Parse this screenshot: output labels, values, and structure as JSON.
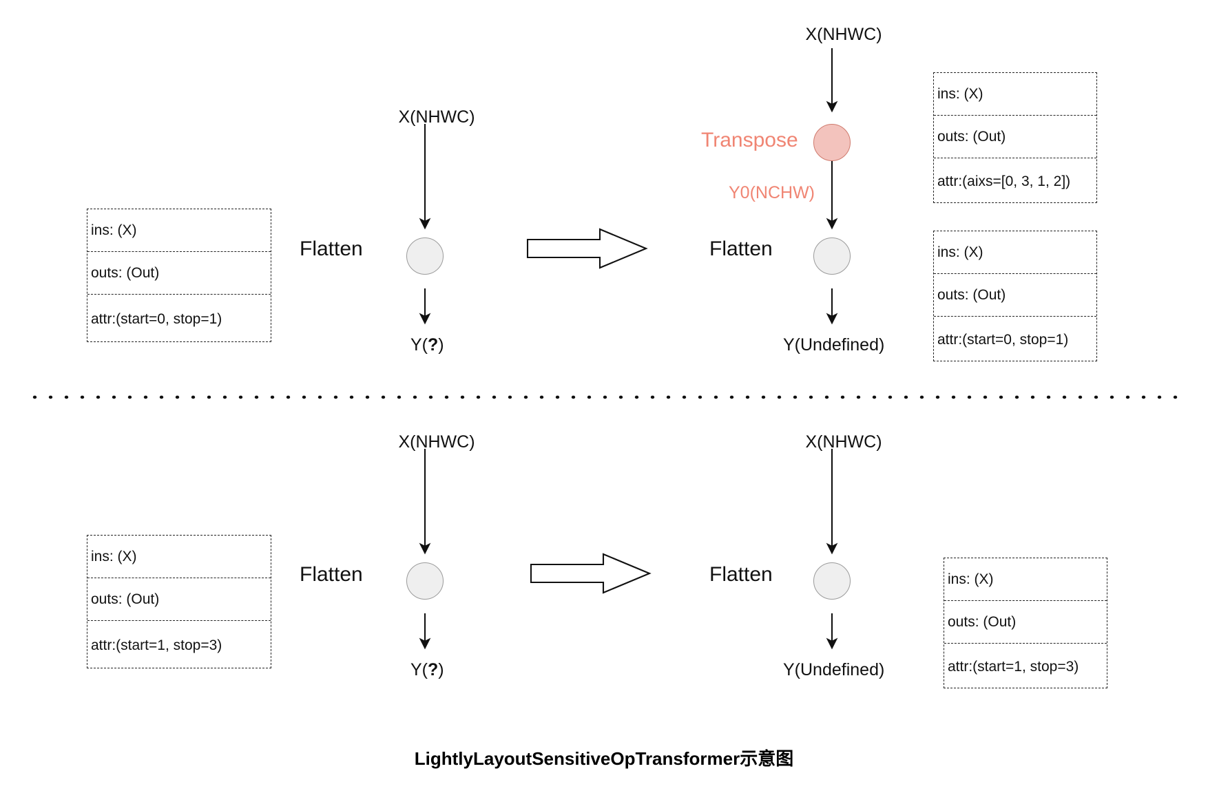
{
  "diagram": {
    "caption": "LightlyLayoutSensitiveOpTransformer示意图",
    "colors": {
      "accent_red": "#f08573",
      "node_grey_fill": "#efefef",
      "node_grey_stroke": "#9a9a9a",
      "node_red_fill": "#f3c3bd",
      "node_red_stroke": "#cf7a6d",
      "text": "#111111"
    },
    "row_top": {
      "before": {
        "attr_box": {
          "ins": "ins: (X)",
          "outs": "outs: (Out)",
          "attr": "attr:(start=0, stop=1)"
        },
        "op_label": "Flatten",
        "input_label": "X(NHWC)",
        "output_label_prefix": "Y(",
        "output_label_value": "?",
        "output_label_suffix": ")"
      },
      "transform_arrow": "rightwards-block-arrow",
      "after": {
        "input_label": "X(NHWC)",
        "transpose_label": "Transpose",
        "intermediate_label": "Y0(NCHW)",
        "op_label": "Flatten",
        "output_label_prefix": "Y(",
        "output_label_value": "Undefined",
        "output_label_suffix": ")",
        "transpose_attr_box": {
          "ins": "ins: (X)",
          "outs": "outs: (Out)",
          "attr": "attr:(aixs=[0, 3, 1, 2])"
        },
        "flatten_attr_box": {
          "ins": "ins: (X)",
          "outs": "outs: (Out)",
          "attr": "attr:(start=0, stop=1)"
        }
      }
    },
    "row_bottom": {
      "before": {
        "attr_box": {
          "ins": "ins: (X)",
          "outs": "outs: (Out)",
          "attr": "attr:(start=1, stop=3)"
        },
        "op_label": "Flatten",
        "input_label": "X(NHWC)",
        "output_label_prefix": "Y(",
        "output_label_value": "?",
        "output_label_suffix": ")"
      },
      "transform_arrow": "rightwards-block-arrow",
      "after": {
        "input_label": "X(NHWC)",
        "op_label": "Flatten",
        "output_label_prefix": "Y(",
        "output_label_value": "Undefined",
        "output_label_suffix": ")",
        "flatten_attr_box": {
          "ins": "ins: (X)",
          "outs": "outs: (Out)",
          "attr": "attr:(start=1, stop=3)"
        }
      }
    }
  }
}
